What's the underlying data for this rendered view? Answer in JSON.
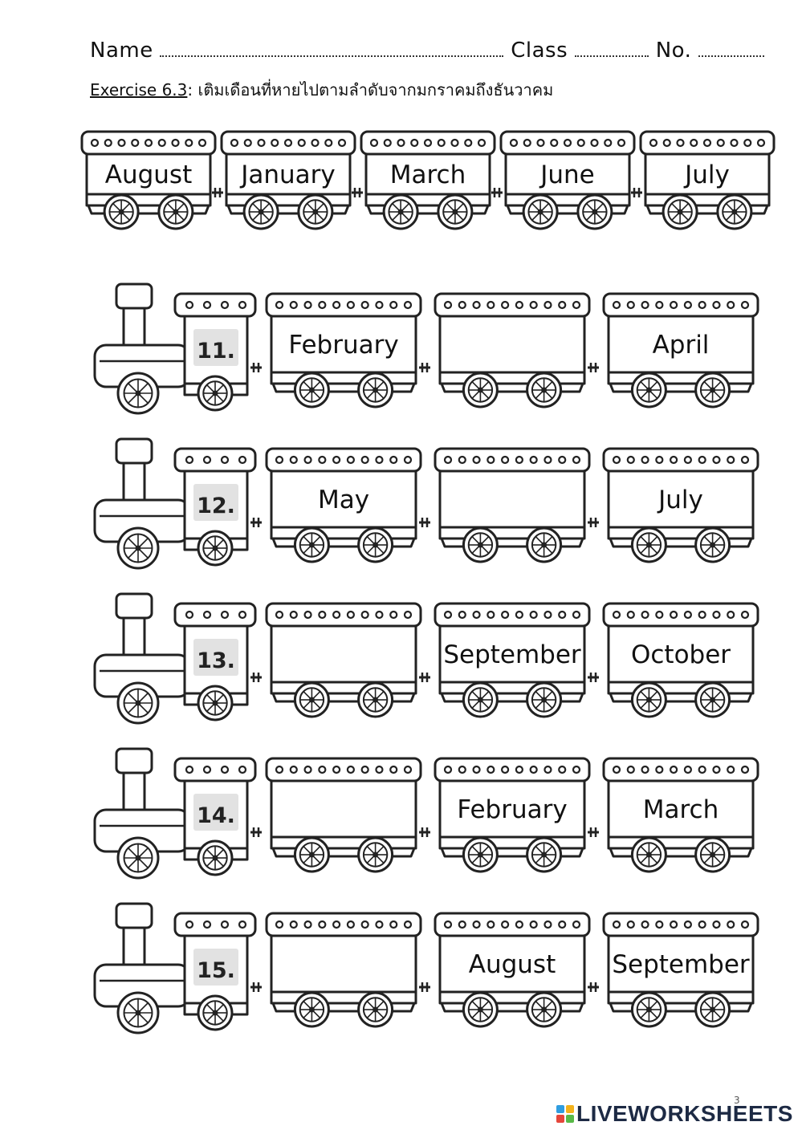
{
  "header": {
    "name_label": "Name",
    "class_label": "Class",
    "no_label": "No."
  },
  "exercise": {
    "label": "Exercise 6.3",
    "instruction": ": เติมเดือนที่หายไปตามลำดับจากมกราคมถึงธันวาคม"
  },
  "word_bank": [
    "August",
    "January",
    "March",
    "June",
    "July"
  ],
  "questions": [
    {
      "number": "11.",
      "cars": [
        "February",
        "",
        "April"
      ]
    },
    {
      "number": "12.",
      "cars": [
        "May",
        "",
        "July"
      ]
    },
    {
      "number": "13.",
      "cars": [
        "",
        "September",
        "October"
      ]
    },
    {
      "number": "14.",
      "cars": [
        "",
        "February",
        "March"
      ]
    },
    {
      "number": "15.",
      "cars": [
        "",
        "August",
        "September"
      ]
    }
  ],
  "footer": {
    "brand": "LIVEWORKSHEETS",
    "page_number": "3"
  }
}
